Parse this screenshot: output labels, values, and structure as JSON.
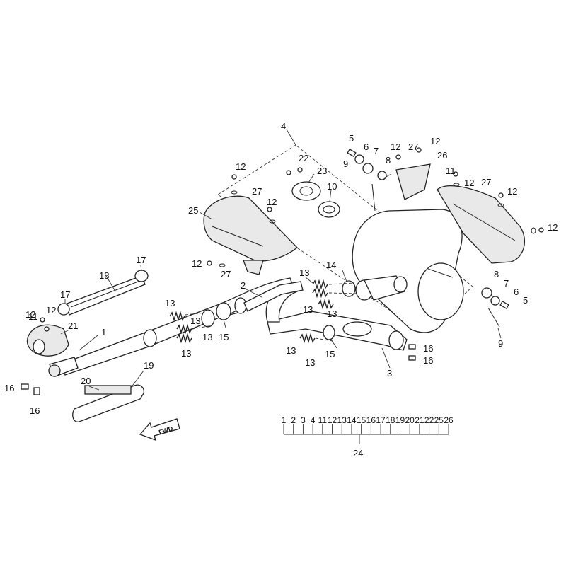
{
  "diagram": {
    "callouts": {
      "c1": "1",
      "c2": "2",
      "c3": "3",
      "c4": "4",
      "c5a": "5",
      "c5b": "5",
      "c6a": "6",
      "c6b": "6",
      "c7a": "7",
      "c7b": "7",
      "c8a": "8",
      "c8b": "8",
      "c9a": "9",
      "c9b": "9",
      "c10": "10",
      "c11a": "11",
      "c11b": "11",
      "c12a": "12",
      "c12b": "12",
      "c12c": "12",
      "c12d": "12",
      "c12e": "12",
      "c12f": "12",
      "c12g": "12",
      "c12h": "12",
      "c12i": "12",
      "c12j": "12",
      "c13a": "13",
      "c13b": "13",
      "c13c": "13",
      "c13d": "13",
      "c13e": "13",
      "c13f": "13",
      "c13g": "13",
      "c13h": "13",
      "c13i": "13",
      "c14": "14",
      "c15a": "15",
      "c15b": "15",
      "c16a": "16",
      "c16b": "16",
      "c16c": "16",
      "c16d": "16",
      "c17a": "17",
      "c17b": "17",
      "c18": "18",
      "c19": "19",
      "c20": "20",
      "c21": "21",
      "c22": "22",
      "c23": "23",
      "c24": "24",
      "c25": "25",
      "c26": "26",
      "c27a": "27",
      "c27b": "27",
      "c27c": "27",
      "c27d": "27"
    },
    "fwd_label": "FWD",
    "kit_key": {
      "members": [
        "1",
        "2",
        "3",
        "4",
        "11",
        "12",
        "13",
        "14",
        "15",
        "16",
        "17",
        "18",
        "19",
        "20",
        "21",
        "22",
        "25",
        "26"
      ],
      "kit_number": "24"
    }
  }
}
